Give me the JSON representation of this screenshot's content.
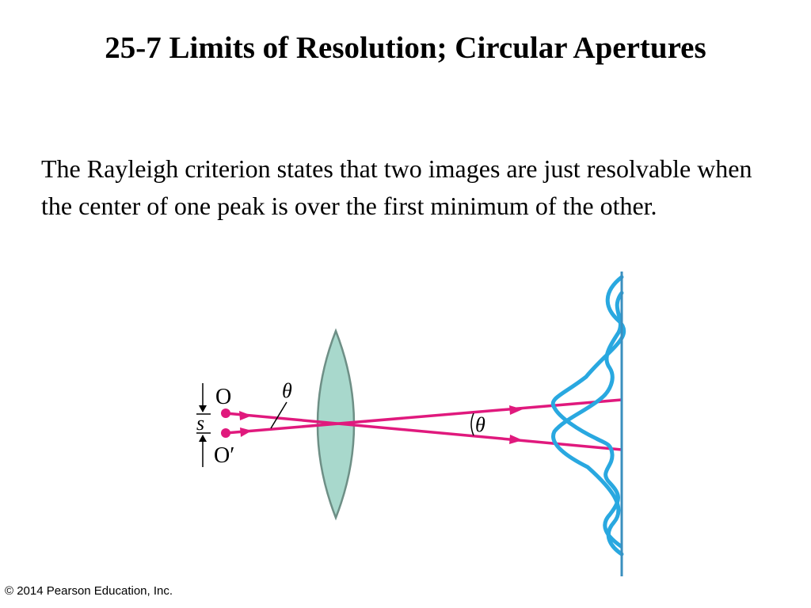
{
  "title": "25-7 Limits of Resolution; Circular Apertures",
  "body_text": "The Rayleigh criterion states that two images are just resolvable when the center of one peak is over the first minimum of the other.",
  "diagram": {
    "label_O": "O",
    "label_O_prime": "O′",
    "label_s": "s",
    "label_theta_left": "θ",
    "label_theta_right": "θ",
    "colors": {
      "rays": "#e0197d",
      "lens_fill": "#a8d8cc",
      "lens_stroke": "#6e8f86",
      "intensity_curves": "#29a8e0",
      "screen": "#3a8fbf"
    }
  },
  "footer": {
    "copyright": "© 2014 Pearson Education, Inc."
  }
}
